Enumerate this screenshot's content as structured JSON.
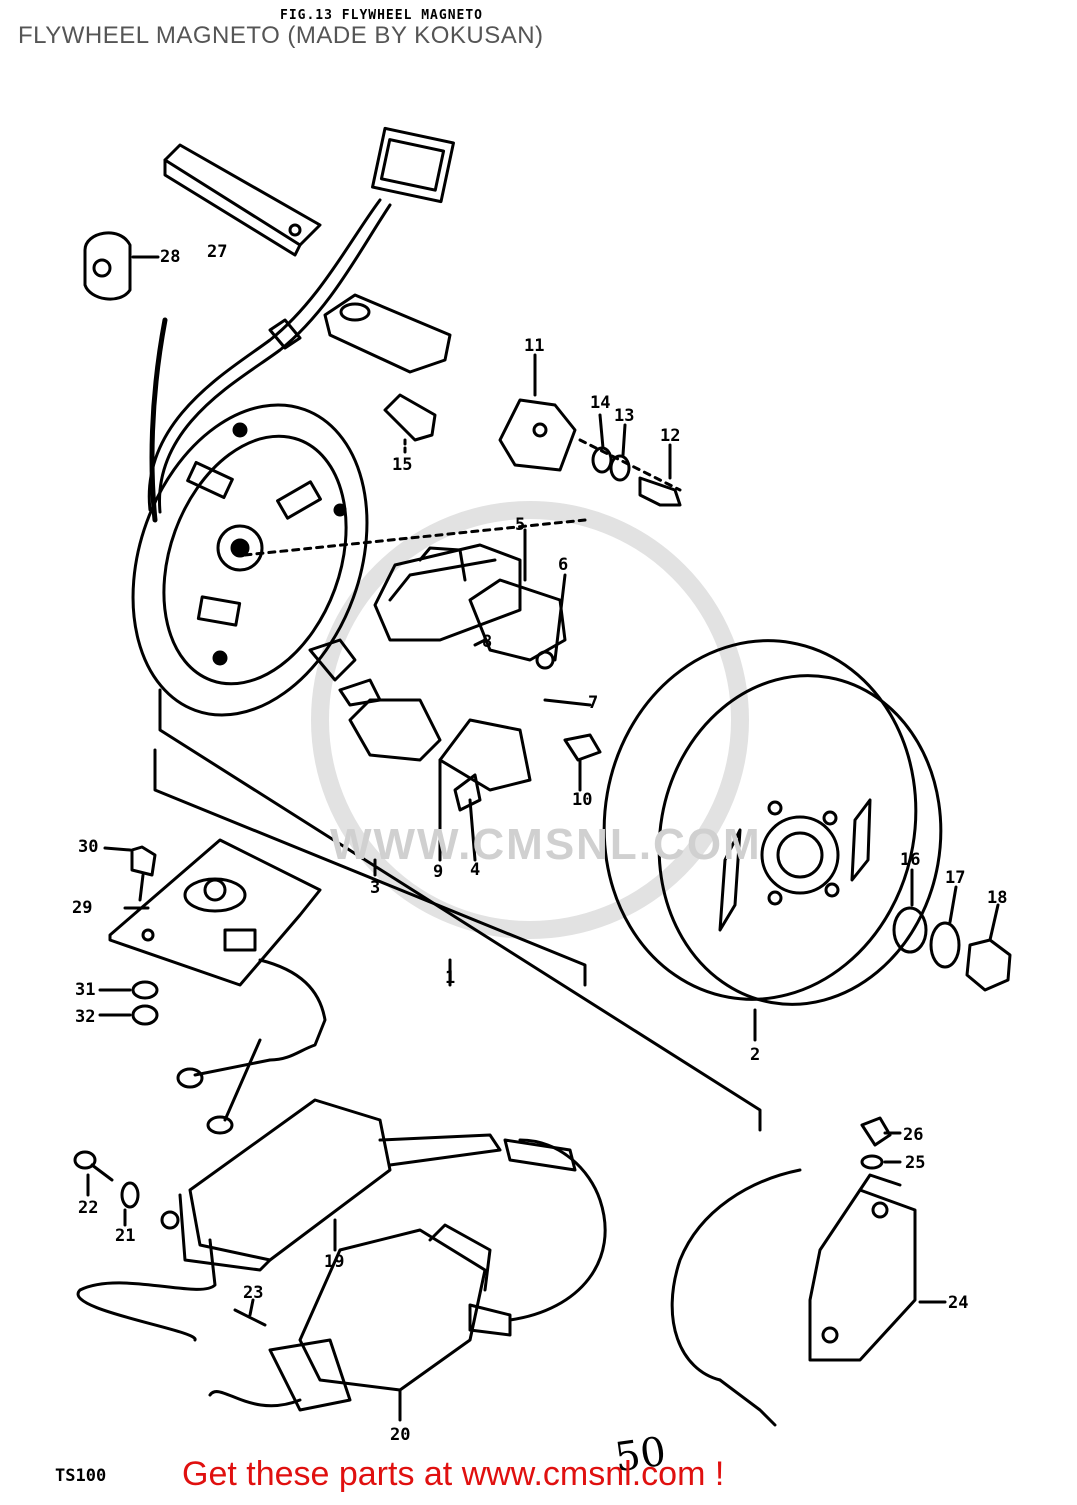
{
  "overlay_title": "FLYWHEEL MAGNETO (MADE BY KOKUSAN)",
  "figure_title": "FIG.13  FLYWHEEL MAGNETO",
  "footer_text": "Get these parts at www.cmsnl.com !",
  "model_label": "TS100",
  "handwritten_note": "50",
  "watermark_text": "WWW.CMSNL.COM",
  "part_labels": {
    "p1": "1",
    "p2": "2",
    "p3": "3",
    "p4": "4",
    "p5": "5",
    "p6": "6",
    "p7": "7",
    "p8": "8",
    "p9": "9",
    "p10": "10",
    "p11": "11",
    "p12": "12",
    "p13": "13",
    "p14": "14",
    "p15": "15",
    "p16": "16",
    "p17": "17",
    "p18": "18",
    "p19": "19",
    "p20": "20",
    "p21": "21",
    "p22": "22",
    "p23": "23",
    "p24": "24",
    "p25": "25",
    "p26": "26",
    "p27": "27",
    "p28": "28",
    "p29": "29",
    "p30": "30",
    "p31": "31",
    "p32": "32"
  }
}
